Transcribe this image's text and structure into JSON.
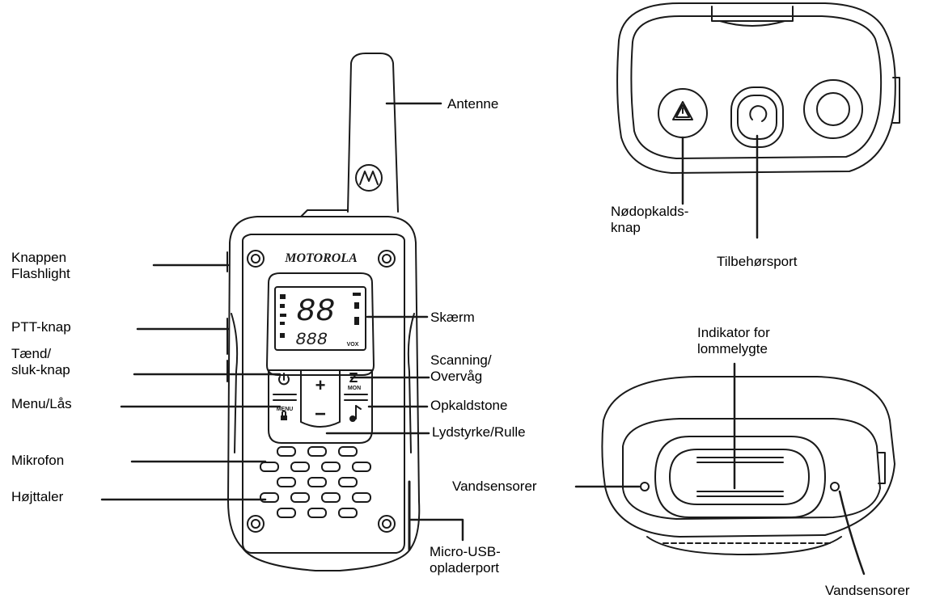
{
  "radio": {
    "brand": "MOTOROLA",
    "display_digits": "88",
    "display_small_digits": "888",
    "display_vox": "VOX",
    "key_menu": "MENU",
    "key_mon": "MON",
    "key_plus": "+",
    "key_minus": "−"
  },
  "front_labels": {
    "antenna": "Antenne",
    "flashlight_button_line1": "Knappen",
    "flashlight_button_line2": "Flashlight",
    "ptt": "PTT-knap",
    "power_line1": "Tænd/",
    "power_line2": "sluk-knap",
    "menu_lock": "Menu/Lås",
    "microphone": "Mikrofon",
    "speaker": "Højttaler",
    "screen": "Skærm",
    "scan_line1": "Scanning/",
    "scan_line2": "Overvåg",
    "call_tone": "Opkaldstone",
    "volume_scroll": "Lydstyrke/Rulle",
    "usb_line1": "Micro-USB-",
    "usb_line2": "opladerport"
  },
  "top_labels": {
    "emergency_line1": "Nødopkalds-",
    "emergency_line2": "knap",
    "accessory_port": "Tilbehørsport"
  },
  "bottom_labels": {
    "flashlight_indicator_line1": "Indikator for",
    "flashlight_indicator_line2": "lommelygte",
    "water_sensor_left": "Vandsensorer",
    "water_sensor_right": "Vandsensorer"
  }
}
